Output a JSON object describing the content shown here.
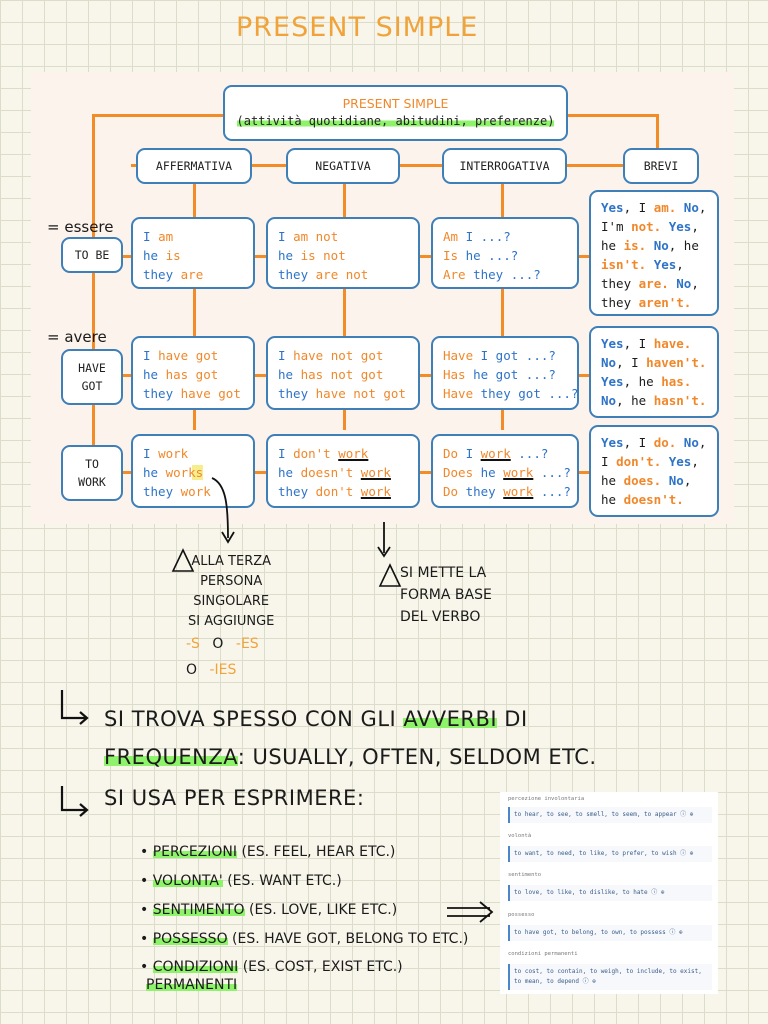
{
  "title": "PRESENT SIMPLE",
  "diagram": {
    "main_title": "PRESENT SIMPLE",
    "main_subtitle": "(attività quotidiane, abitudini, preferenze)",
    "headers": {
      "affermativa": "AFFERMATIVA",
      "negativa": "NEGATIVA",
      "interrogativa": "INTERROGATIVA",
      "brevi": "BREVI"
    },
    "rows": {
      "to_be": {
        "label1": "TO BE",
        "label2": "",
        "annotation": "= essere",
        "aff": [
          [
            "I ",
            "am"
          ],
          [
            "he ",
            "is"
          ],
          [
            "they ",
            "are"
          ]
        ],
        "neg": [
          [
            "I ",
            "am not"
          ],
          [
            "he ",
            "is not"
          ],
          [
            "they ",
            "are not"
          ]
        ],
        "int": [
          [
            "Am",
            " I ...?"
          ],
          [
            "Is",
            " he ...?"
          ],
          [
            "Are",
            " they ...?"
          ]
        ],
        "brevi": [
          [
            "Yes",
            ", I ",
            "am."
          ],
          [
            "No",
            ", I'm ",
            "not."
          ],
          [
            "Yes",
            ", he ",
            "is."
          ],
          [
            "No",
            ", he ",
            "isn't."
          ],
          [
            "Yes",
            ", they ",
            "are."
          ],
          [
            "No",
            ", they ",
            "aren't."
          ]
        ]
      },
      "have_got": {
        "label1": "HAVE",
        "label2": "GOT",
        "annotation": "= avere",
        "aff": [
          [
            "I ",
            "have got"
          ],
          [
            "he ",
            "has got"
          ],
          [
            "they ",
            "have got"
          ]
        ],
        "neg": [
          [
            "I ",
            "have not got"
          ],
          [
            "he ",
            "has not got"
          ],
          [
            "they ",
            "have not got"
          ]
        ],
        "int": [
          [
            "Have",
            " I got ...?"
          ],
          [
            "Has",
            " he got ...?"
          ],
          [
            "Have",
            " they got ...?"
          ]
        ],
        "brevi": [
          [
            "Yes",
            ", I ",
            "have."
          ],
          [
            "No",
            ", I ",
            "haven't."
          ],
          [
            "Yes",
            ", he ",
            "has."
          ],
          [
            "No",
            ", he ",
            "hasn't."
          ]
        ]
      },
      "to_work": {
        "label1": "TO",
        "label2": "WORK",
        "aff": [
          [
            "I ",
            "work"
          ],
          [
            "he ",
            "works"
          ],
          [
            "they ",
            "work"
          ]
        ],
        "neg": [
          [
            "I ",
            "don't ",
            "work"
          ],
          [
            "he ",
            "doesn't ",
            "work"
          ],
          [
            "they ",
            "don't ",
            "work"
          ]
        ],
        "int": [
          [
            "Do",
            " I ",
            "work",
            " ...?"
          ],
          [
            "Does",
            " he ",
            "work",
            " ...?"
          ],
          [
            "Do",
            " they ",
            "work",
            " ...?"
          ]
        ],
        "brevi": [
          [
            "Yes",
            ", I ",
            "do."
          ],
          [
            "No",
            ", I ",
            "don't."
          ],
          [
            "Yes",
            ", he ",
            "does."
          ],
          [
            "No",
            ", he ",
            "doesn't."
          ]
        ]
      }
    }
  },
  "notes": {
    "third_person": [
      "ALLA TERZA",
      "PERSONA",
      "SINGOLARE",
      "SI AGGIUNGE"
    ],
    "suffix_s": "-S",
    "or1": "O",
    "suffix_es": "-ES",
    "or2": "O",
    "suffix_ies": "-IES",
    "base_form": [
      "SI METTE LA",
      "FORMA BASE",
      "DEL VERBO"
    ],
    "frequency_line1_pre": "SI TROVA SPESSO CON GLI ",
    "frequency_line1_hl": "AVVERBI",
    "frequency_line1_post": " DI",
    "frequency_line2_hl": "FREQUENZA",
    "frequency_line2_post": ": USUALLY, OFTEN, SELDOM ETC.",
    "uses_title": "SI USA PER ESPRIMERE:",
    "uses": [
      {
        "hl": "PERCEZIONI",
        "rest": " (ES. FEEL, HEAR ETC.)"
      },
      {
        "hl": "VOLONTA'",
        "rest": " (ES. WANT ETC.)"
      },
      {
        "hl": "SENTIMENTO",
        "rest": " (ES. LOVE, LIKE ETC.)"
      },
      {
        "hl": "POSSESSO",
        "rest": " (ES. HAVE GOT, BELONG TO ETC.)"
      },
      {
        "hl": "CONDIZIONI",
        "rest": " (ES. COST, EXIST ETC.)"
      },
      {
        "hl": "PERMANENTI",
        "rest": ""
      }
    ]
  },
  "screenshot": {
    "groups": [
      {
        "label": "percezione involontaria",
        "text": "to hear, to see, to smell, to seem, to appear ⓘ ⊕"
      },
      {
        "label": "volontà",
        "text": "to want, to need, to like, to prefer, to wish ⓘ ⊕"
      },
      {
        "label": "sentimento",
        "text": "to love, to like, to dislike, to hate ⓘ ⊕"
      },
      {
        "label": "possesso",
        "text": "to have got, to belong, to own, to possess ⓘ ⊕"
      },
      {
        "label": "condizioni permanenti",
        "text": "to cost, to contain, to weigh, to include, to exist, to mean, to depend ⓘ ⊕"
      }
    ]
  }
}
